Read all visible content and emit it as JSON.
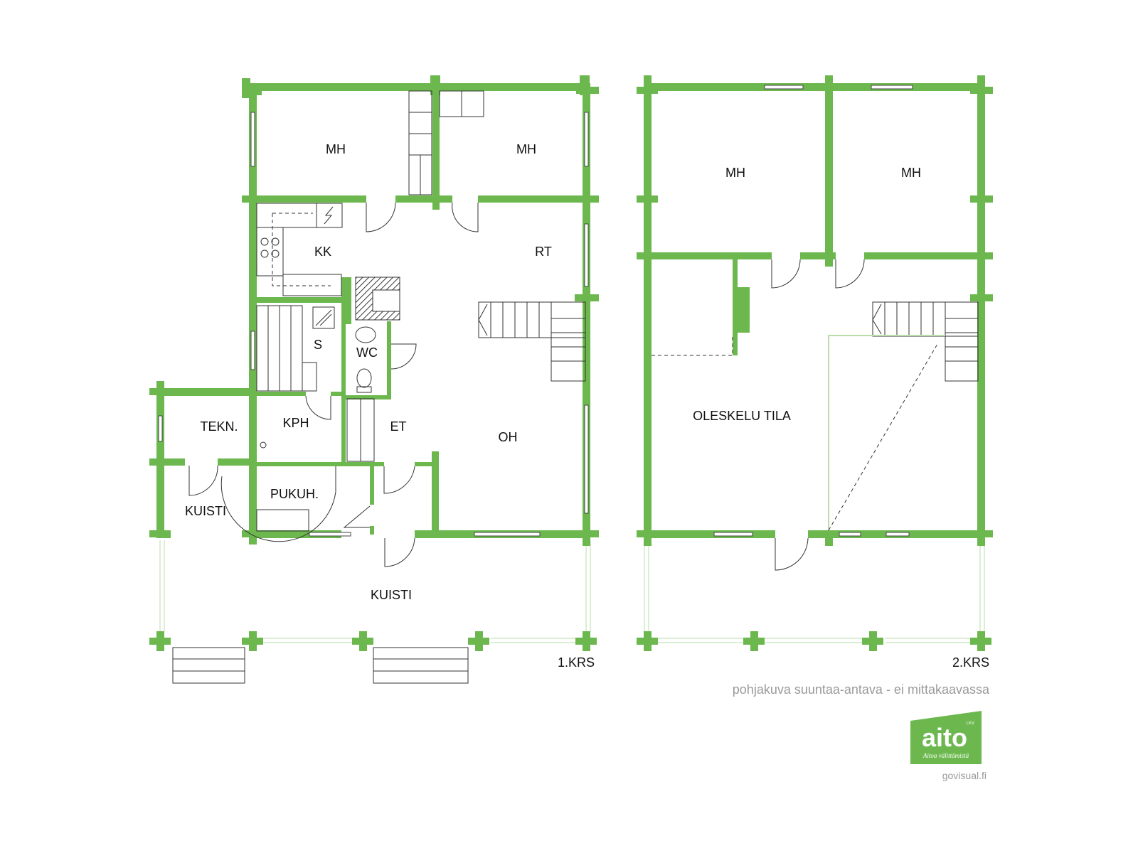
{
  "floor1": {
    "label": "1.KRS",
    "rooms": {
      "mh_left": "MH",
      "mh_right": "MH",
      "kk": "KK",
      "rt": "RT",
      "s": "S",
      "wc": "WC",
      "tekn": "TEKN.",
      "kph": "KPH",
      "et": "ET",
      "oh": "OH",
      "pukuh": "PUKUH.",
      "kuisti_side": "KUISTI",
      "kuisti_front": "KUISTI"
    }
  },
  "floor2": {
    "label": "2.KRS",
    "rooms": {
      "mh_left": "MH",
      "mh_right": "MH",
      "oleskelu": "OLESKELU TILA"
    }
  },
  "note": "pohjakuva suuntaa-antava - ei mittakaavassa",
  "logo": {
    "text": "aito",
    "small": "LKV",
    "tagline": "Aitoa välittämistä",
    "color": "#6cb84e"
  },
  "credit": "govisual.fi",
  "colors": {
    "wall": "#6cb84e"
  }
}
